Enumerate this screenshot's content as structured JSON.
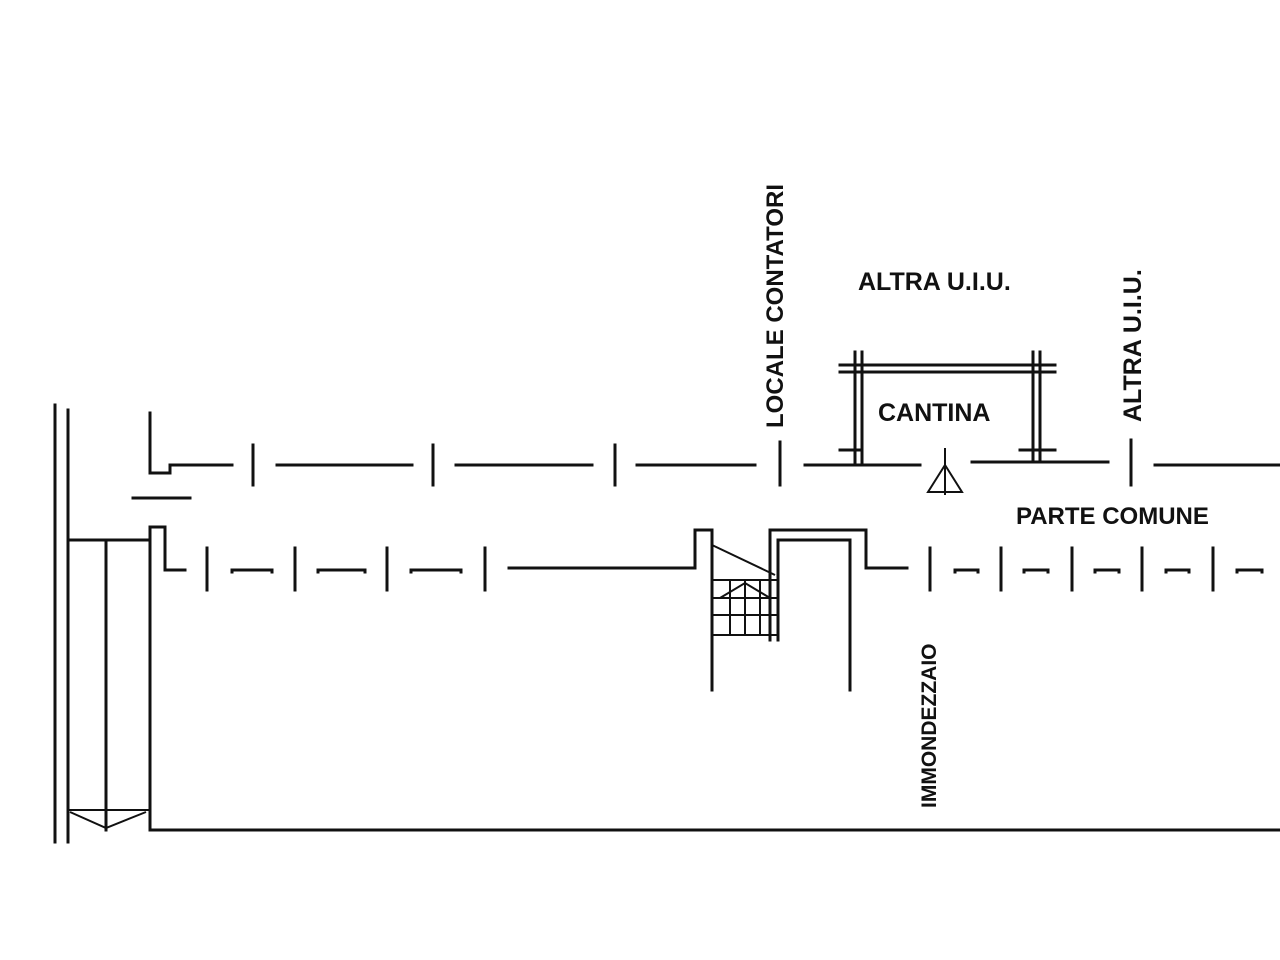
{
  "labels": {
    "locale_contatori": "LOCALE CONTATORI",
    "altra_uiu_top": "ALTRA U.I.U.",
    "altra_uiu_vertical": "ALTRA U.I.U.",
    "cantina": "CANTINA",
    "parte_comune": "PARTE COMUNE",
    "immondezzaio": "IMMONDEZZAIO"
  }
}
